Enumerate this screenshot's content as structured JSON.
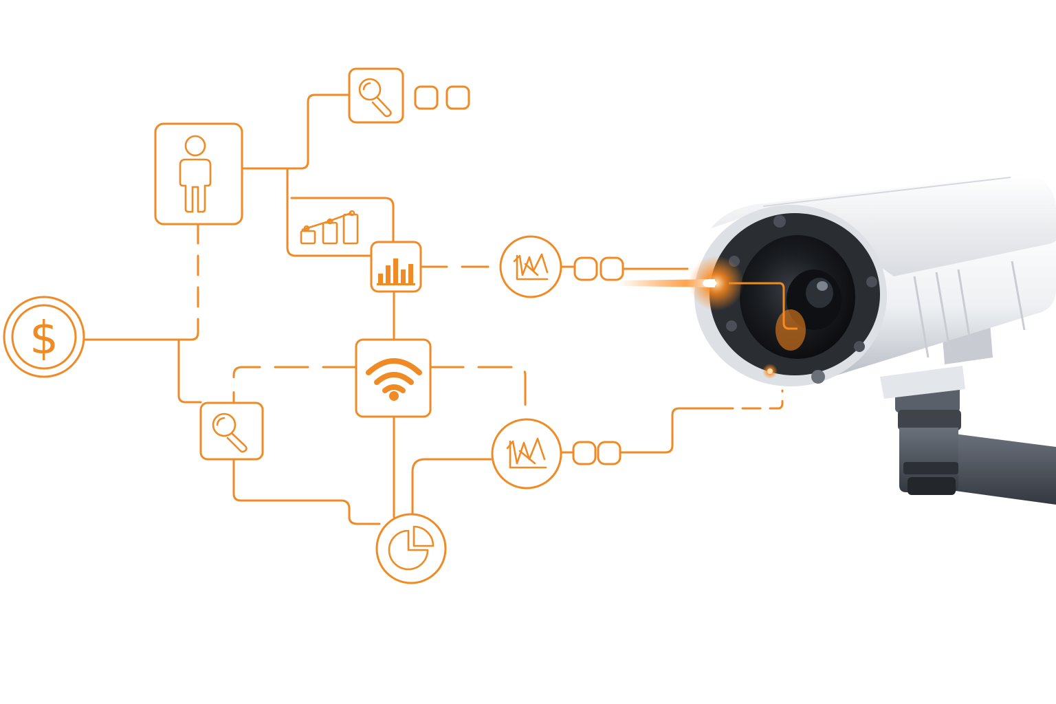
{
  "colors": {
    "accent": "#F08A24",
    "camera_body": "#F3F4F6",
    "camera_shadow": "#B9BEC6",
    "camera_mount": "#4A5059",
    "lens_dark": "#15181C",
    "lens_glow": "#FF8A1E",
    "background": "#FFFFFF"
  },
  "nodes": [
    {
      "id": "person",
      "icon": "person-icon",
      "shape": "rounded-square"
    },
    {
      "id": "search-top",
      "icon": "magnifier-icon",
      "shape": "rounded-square"
    },
    {
      "id": "growth-chart",
      "icon": "bar-growth-icon",
      "shape": "frame"
    },
    {
      "id": "bar-chart",
      "icon": "bar-chart-icon",
      "shape": "rounded-square"
    },
    {
      "id": "line-chart-upper",
      "icon": "line-chart-icon",
      "shape": "circle"
    },
    {
      "id": "dollar",
      "icon": "dollar-icon",
      "shape": "circle"
    },
    {
      "id": "wifi",
      "icon": "wifi-icon",
      "shape": "rounded-square"
    },
    {
      "id": "search-bottom",
      "icon": "magnifier-icon",
      "shape": "rounded-square"
    },
    {
      "id": "line-chart-lower",
      "icon": "line-chart-icon",
      "shape": "circle"
    },
    {
      "id": "pie-chart",
      "icon": "pie-chart-icon",
      "shape": "circle"
    }
  ],
  "glyphs": {
    "dollar": "$"
  },
  "camera": {
    "icon": "security-camera-icon"
  }
}
